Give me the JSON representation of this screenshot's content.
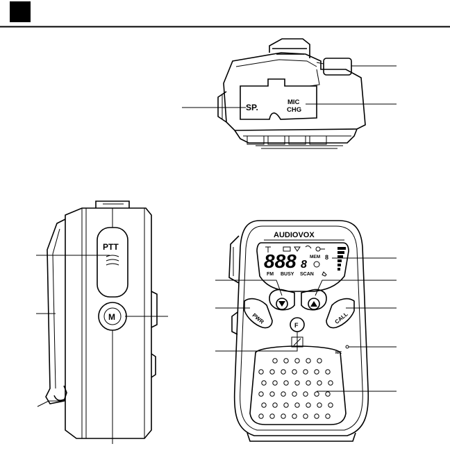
{
  "labels": {
    "ptt": "PTT",
    "m": "M",
    "sp": "SP.",
    "mic": "MIC",
    "chg": "CHG",
    "brand": "AUDIOVOX",
    "lcd_digits": "888",
    "lcd_small_digit": "8",
    "mem": "MEM",
    "mem_digit": "8",
    "fm": "FM",
    "busy": "BUSY",
    "scan": "SCAN",
    "pwr": "PWR",
    "call": "CALL",
    "f": "F",
    "mic_hole": "MIC"
  },
  "colors": {
    "ink": "#000000",
    "paper": "#ffffff"
  },
  "icons": {
    "header_block": "black-square",
    "down_button": "down-triangle-icon",
    "up_button": "up-triangle-icon",
    "lock": "key-lock-icon",
    "signal": "antenna-icon",
    "battery": "battery-icon"
  }
}
